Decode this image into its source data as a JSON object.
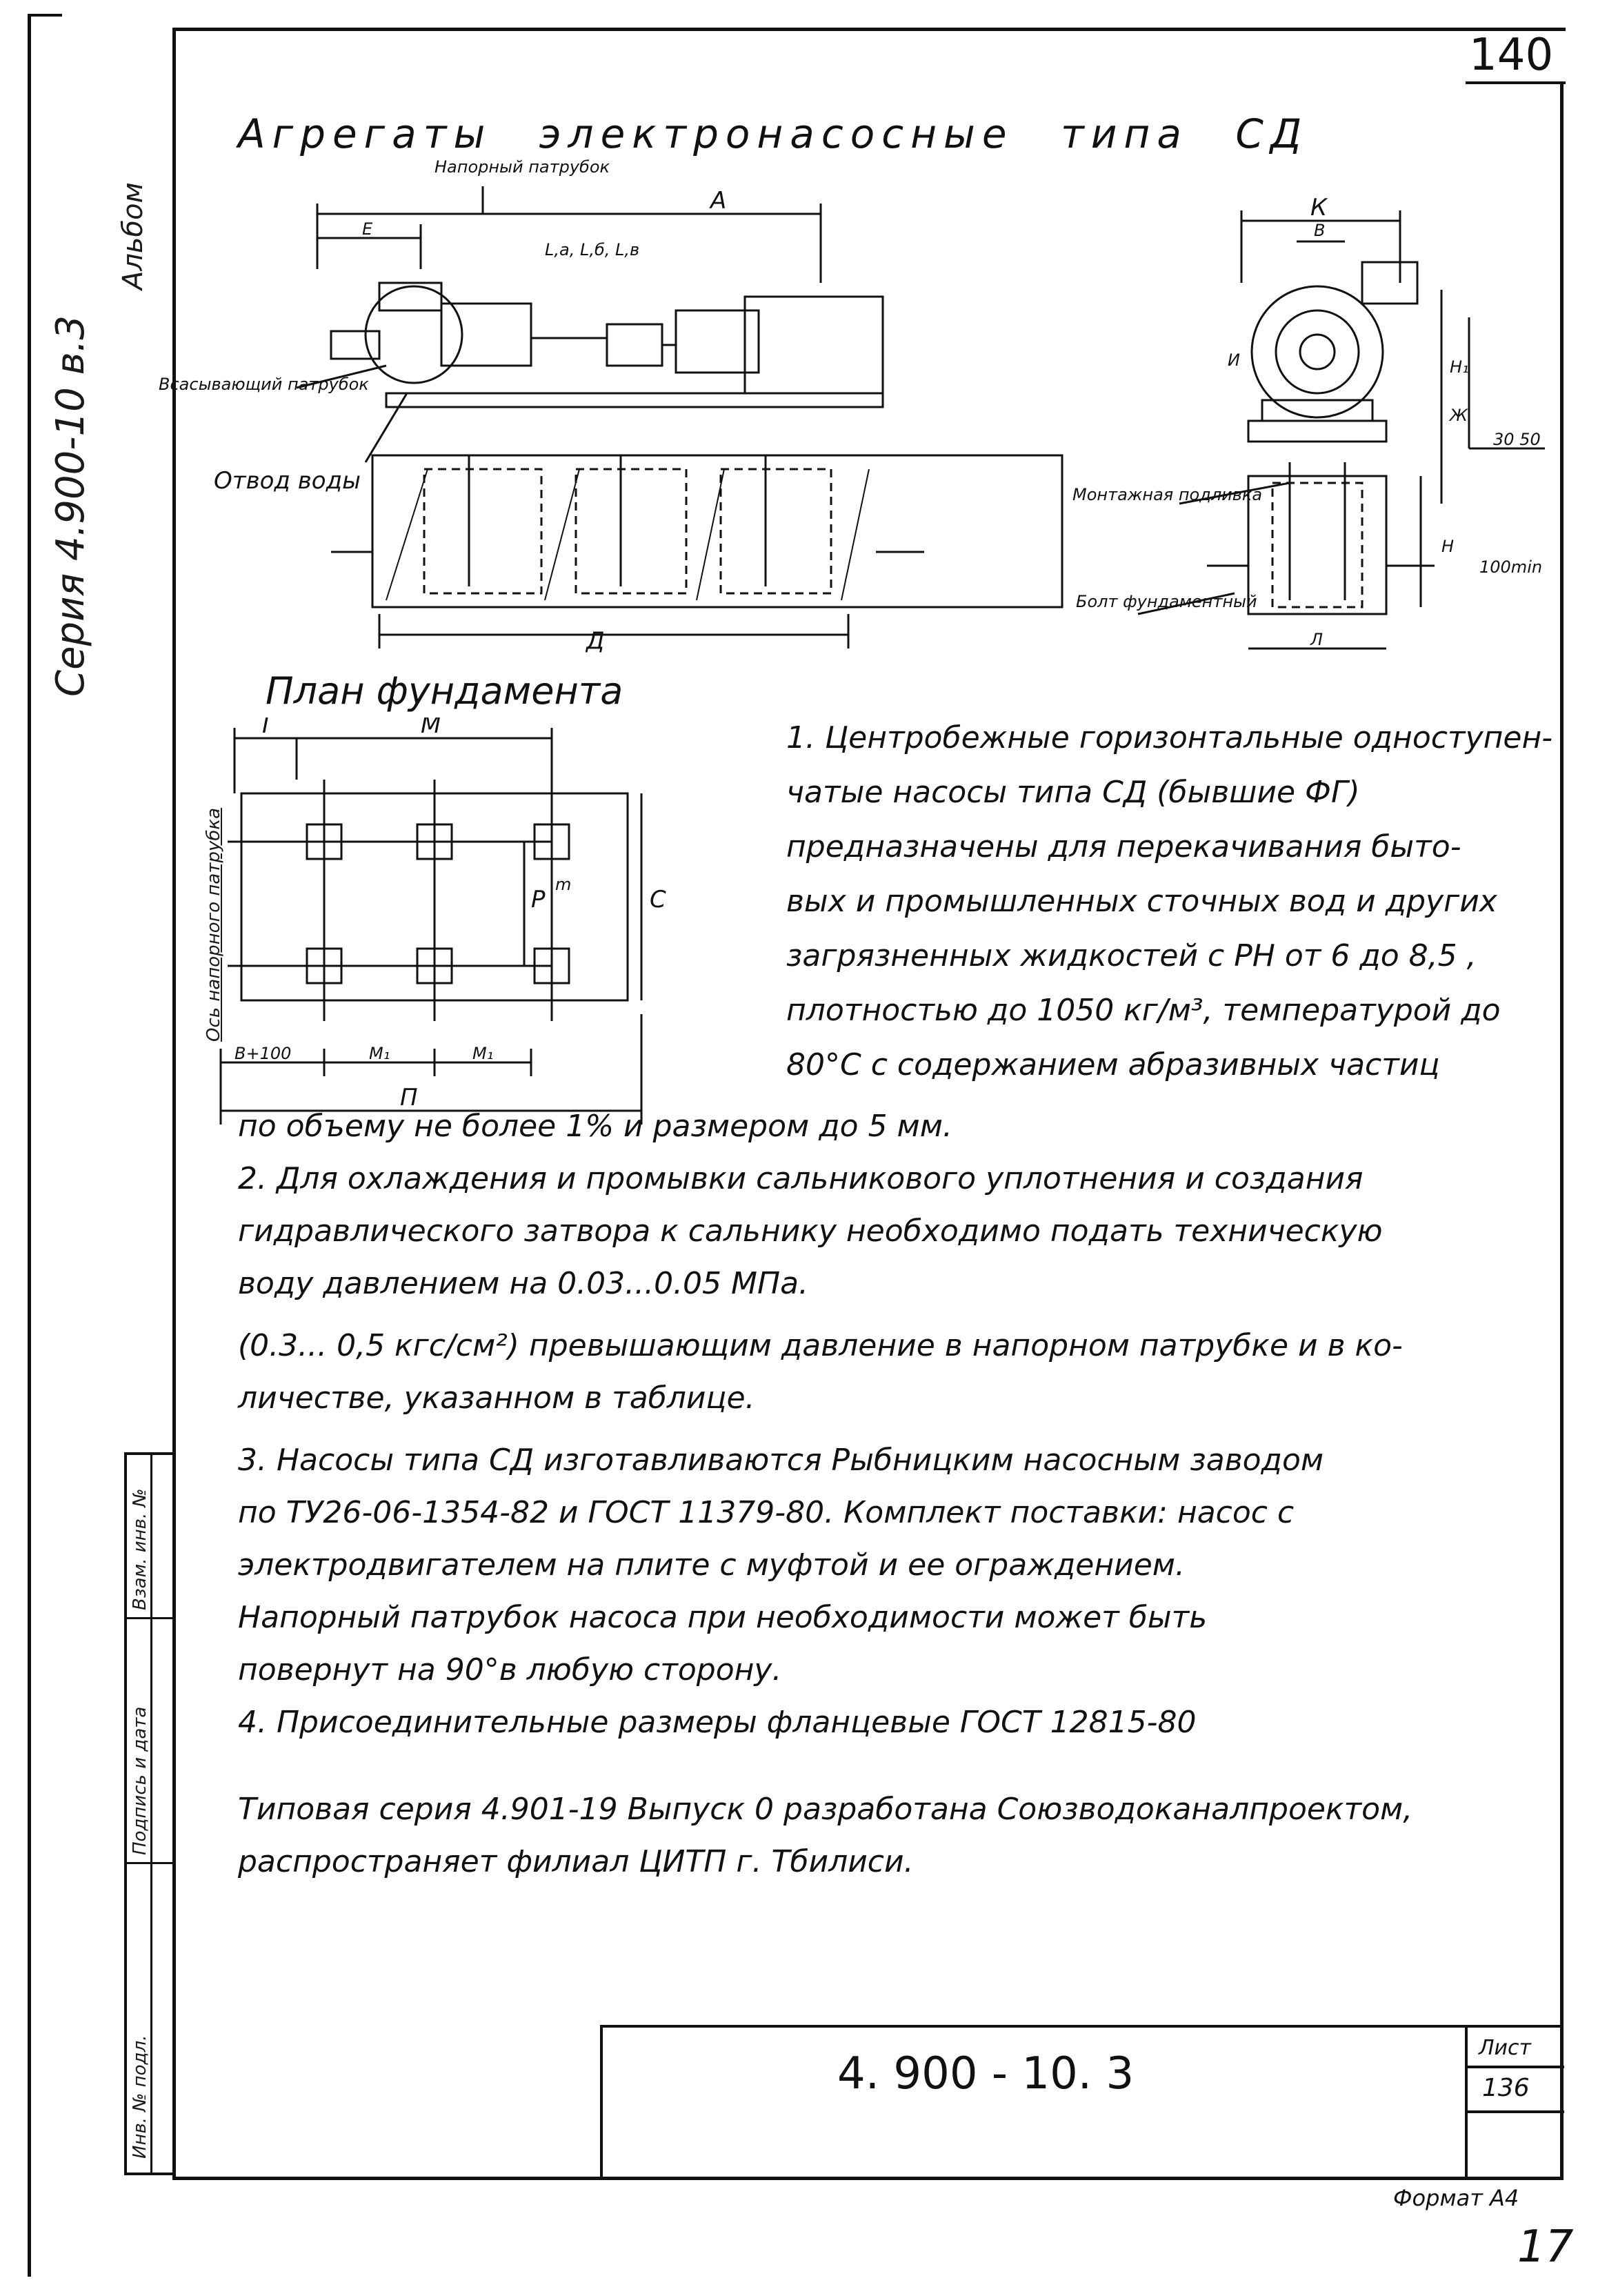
{
  "page_number": "140",
  "corner_mark": "17",
  "format_label": "Формат А4",
  "left_margin": {
    "series": "Серия 4.900-10 в.3",
    "sheet": "Альбом"
  },
  "title": "Агрегаты электронасосные типа СД",
  "drawing": {
    "labels": {
      "pressure_nozzle": "Напорный патрубок",
      "suction_nozzle": "Всасывающий патрубок",
      "water_drain": "Отвод воды",
      "mounting_pad": "Монтажная подливка",
      "foundation_bolt": "Болт фундаментный",
      "dim_A": "А",
      "dim_E": "Е",
      "dim_D": "Д",
      "dim_K": "К",
      "dim_V": "В",
      "dim_L": "Л",
      "dim_H": "Н",
      "dim_H1": "Н₁",
      "dim_Zh": "Ж",
      "dim_I": "И",
      "dim_100": "100min",
      "dim_30_50": "30  50",
      "dim_L_top": "L,а, L,б, L,в"
    }
  },
  "plan": {
    "title": "План фундамента",
    "axis_label": "Ось напорного патрубка",
    "dims": {
      "G": "Г",
      "M": "М",
      "P": "Р",
      "S": "С",
      "m": "m",
      "B100": "В+100",
      "M1a": "М₁",
      "M1b": "М₁",
      "P_total": "П"
    }
  },
  "notes": {
    "n1_lines": [
      "1. Центробежные горизонтальные одноступен-",
      "чатые насосы типа СД (бывшие ФГ)",
      "предназначены для перекачивания быто-",
      "вых и промышленных сточных вод и других",
      "загрязненных жидкостей с РН от 6 до 8,5 ,",
      "плотностью до 1050 кг/м³, температурой до",
      "80°С с содержанием абразивных частиц"
    ],
    "n1_tail": "по объему не более 1% и размером до 5 мм.",
    "n2_lines": [
      "2. Для охлаждения и промывки сальникового уплотнения и создания",
      "гидравлического затвора к сальнику необходимо подать техническую",
      "воду давлением на 0.03...0.05 МПа."
    ],
    "n2_extra": [
      "(0.3... 0,5 кгс/см²) превышающим давление в напорном патрубке и в ко-",
      "личестве, указанном в таблице."
    ],
    "n3_lines": [
      "3. Насосы типа СД изготавливаются Рыбницким насосным заводом",
      "по ТУ26-06-1354-82 и ГОСТ 11379-80. Комплект поставки: насос с",
      "электродвигателем на плите с муфтой и ее ограждением.",
      "Напорный патрубок насоса при необходимости может быть",
      "повернут на 90°в любую сторону."
    ],
    "n4": "4. Присоединительные размеры фланцевые ГОСТ 12815-80",
    "footer_lines": [
      "Типовая серия 4.901-19 Выпуск 0 разработана Союзводоканалпроектом,",
      "распространяет филиал ЦИТП г. Тбилиси."
    ]
  },
  "stamp": {
    "doc_number": "4. 900 - 10. 3",
    "sheet_label": "Лист",
    "sheet_number": "136"
  },
  "side_stamp": {
    "cells": [
      "Взам. инв. №",
      "Подпись и дата",
      "Инв. № подл."
    ]
  }
}
